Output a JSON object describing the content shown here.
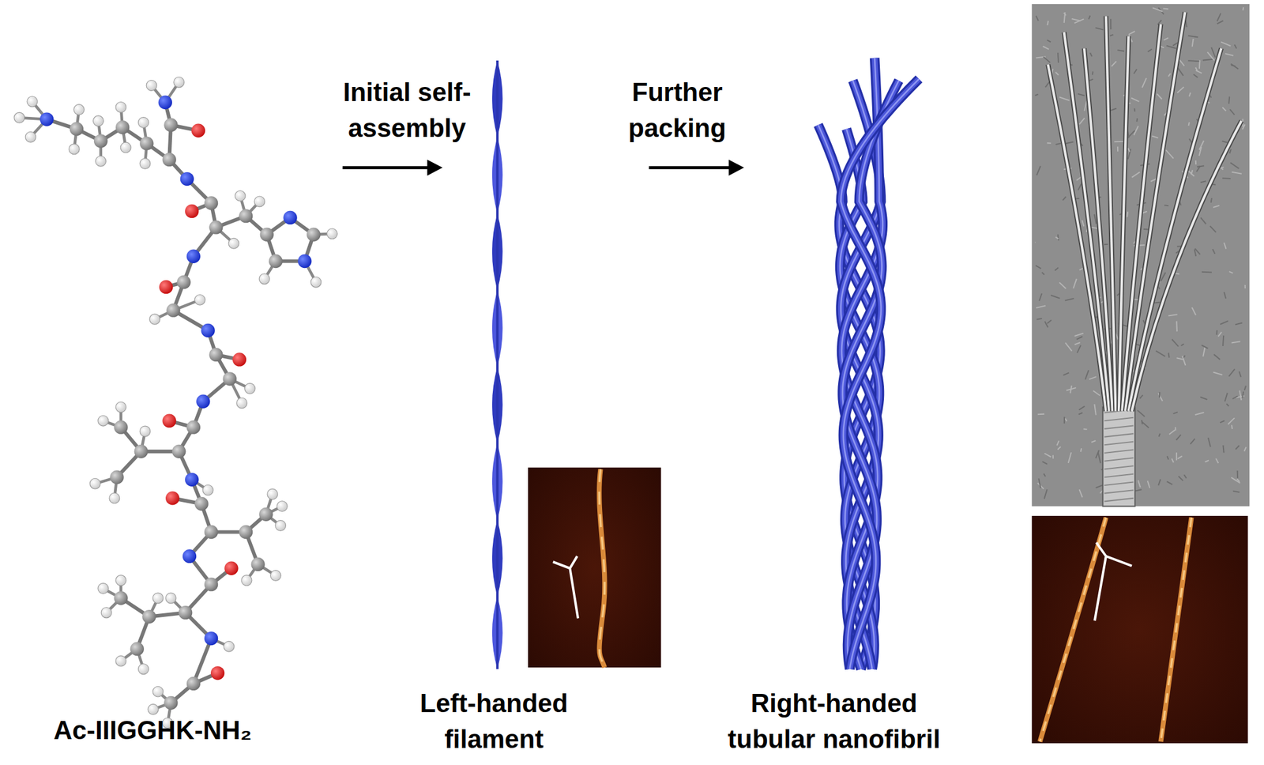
{
  "diagram": {
    "labels": [
      "Initial self-assembly",
      "Further packing",
      "Ac-IIIGGHK-NH₂",
      "Left-handed filament",
      "Right-handed tubular nanofibril"
    ]
  }
}
